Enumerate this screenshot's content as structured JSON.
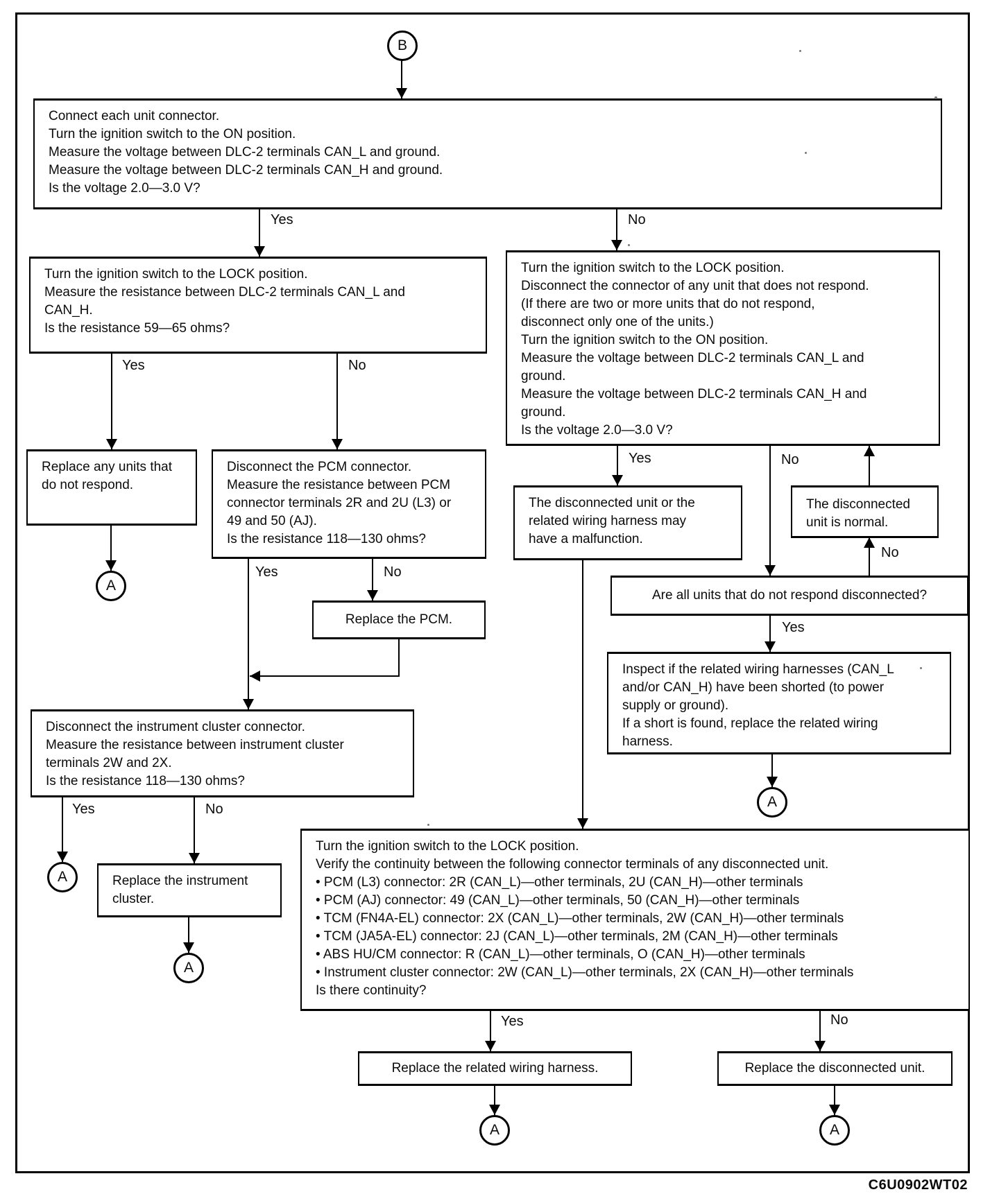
{
  "document": {
    "figure_code": "C6U0902WT02"
  },
  "connectors": {
    "b": "B",
    "a": "A"
  },
  "edge_labels": {
    "yes": "Yes",
    "no": "No"
  },
  "nodes": {
    "start_check": "Connect each unit connector.\nTurn the ignition switch to the ON position.\nMeasure the voltage between DLC-2 terminals CAN_L and ground.\nMeasure the voltage between DLC-2 terminals CAN_H and ground.\nIs the voltage 2.0—3.0 V?",
    "resistance_check": "Turn the ignition switch to the LOCK position.\nMeasure the resistance between DLC-2 terminals CAN_L and\nCAN_H.\nIs the resistance 59—65 ohms?",
    "disconnect_unit_check": "Turn the ignition switch to the LOCK position.\nDisconnect the connector of any unit that does not respond.\n(If there are two or more units that do not respond,\ndisconnect only one of the units.)\nTurn the ignition switch to the ON position.\nMeasure the voltage between DLC-2 terminals CAN_L and\nground.\nMeasure the voltage between DLC-2 terminals CAN_H and\nground.\nIs the voltage 2.0—3.0 V?",
    "replace_units": "Replace any units that\ndo not respond.",
    "pcm_check": "Disconnect the PCM connector.\nMeasure the resistance between PCM\nconnector terminals 2R and 2U (L3) or\n49 and 50 (AJ).\nIs the resistance 118—130 ohms?",
    "replace_pcm": "Replace the PCM.",
    "cluster_check": "Disconnect the instrument cluster connector.\nMeasure the resistance between instrument cluster\nterminals 2W and 2X.\nIs the resistance 118—130 ohms?",
    "replace_cluster": "Replace the instrument\ncluster.",
    "unit_malfunction": "The disconnected unit or the\nrelated wiring harness may\nhave a malfunction.",
    "unit_normal": "The disconnected\nunit is normal.",
    "all_disconnected_check": "Are all units that do not respond disconnected?",
    "inspect_harness": "Inspect if the related wiring harnesses (CAN_L\nand/or CAN_H) have been shorted (to power\nsupply or ground).\nIf a short is found, replace the related wiring\nharness.",
    "continuity_check": "Turn the ignition switch to the LOCK position.\nVerify the continuity between the following connector terminals of any disconnected unit.\n• PCM (L3) connector: 2R (CAN_L)—other terminals, 2U (CAN_H)—other terminals\n• PCM (AJ) connector: 49 (CAN_L)—other terminals, 50 (CAN_H)—other terminals\n• TCM (FN4A-EL) connector: 2X (CAN_L)—other terminals, 2W (CAN_H)—other terminals\n• TCM (JA5A-EL) connector: 2J (CAN_L)—other terminals, 2M (CAN_H)—other terminals\n• ABS HU/CM connector: R (CAN_L)—other terminals, O (CAN_H)—other terminals\n• Instrument cluster connector: 2W (CAN_L)—other terminals, 2X (CAN_H)—other terminals\nIs there continuity?",
    "replace_harness": "Replace the related wiring harness.",
    "replace_unit": "Replace the disconnected unit."
  }
}
